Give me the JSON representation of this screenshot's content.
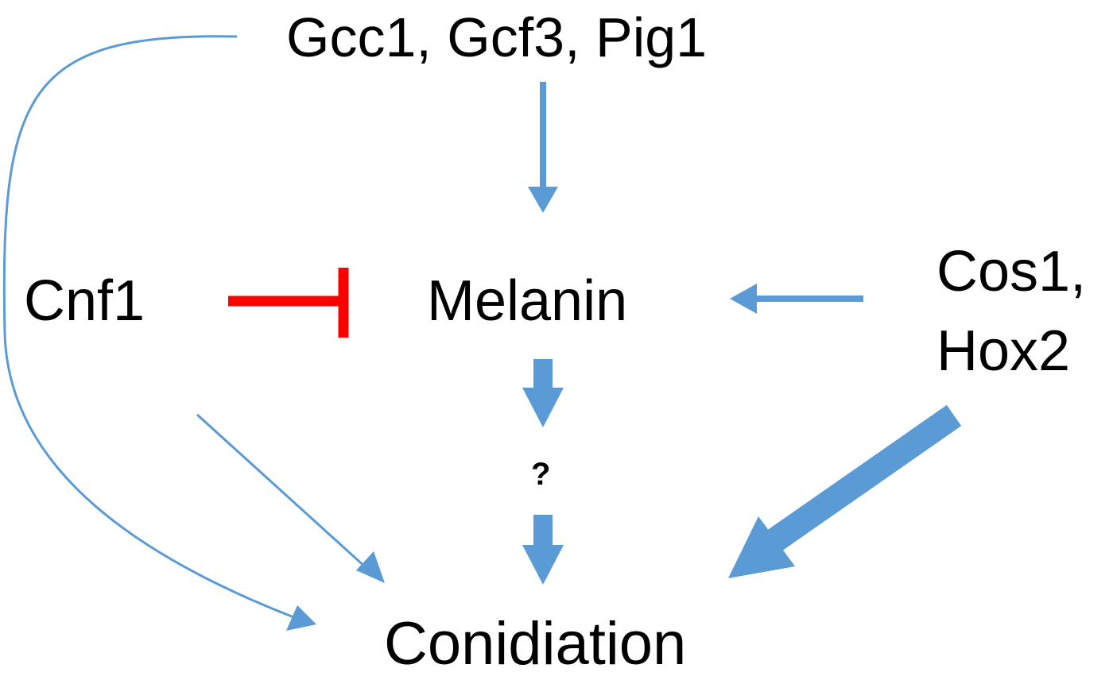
{
  "diagram": {
    "nodes": {
      "top_genes": "Gcc1, Gcf3, Pig1",
      "cnf1": "Cnf1",
      "melanin": "Melanin",
      "cos1": "Cos1,",
      "hox2": "Hox2",
      "question": "?",
      "conidiation": "Conidiation"
    },
    "edges": [
      {
        "from": "Gcc1, Gcf3, Pig1",
        "to": "Melanin",
        "type": "activation"
      },
      {
        "from": "Gcc1, Gcf3, Pig1",
        "to": "Conidiation",
        "type": "activation"
      },
      {
        "from": "Cnf1",
        "to": "Melanin",
        "type": "inhibition"
      },
      {
        "from": "Cnf1",
        "to": "Conidiation",
        "type": "activation"
      },
      {
        "from": "Cos1, Hox2",
        "to": "Melanin",
        "type": "activation"
      },
      {
        "from": "Cos1, Hox2",
        "to": "Conidiation",
        "type": "activation",
        "weight": "strong"
      },
      {
        "from": "Melanin",
        "to": "?",
        "type": "activation",
        "weight": "strong"
      },
      {
        "from": "?",
        "to": "Conidiation",
        "type": "activation",
        "weight": "strong"
      }
    ],
    "colors": {
      "activation": "#5b9bd5",
      "inhibition": "#ff0000",
      "text": "#000000"
    }
  }
}
